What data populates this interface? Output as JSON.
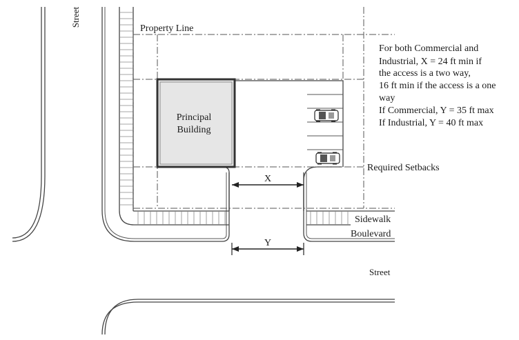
{
  "labels": {
    "street_vertical": "Street",
    "street_bottom": "Street",
    "property_line": "Property Line",
    "principal_building_line1": "Principal",
    "principal_building_line2": "Building",
    "required_setbacks": "Required Setbacks",
    "sidewalk": "Sidewalk",
    "boulevard": "Boulevard",
    "dim_x": "X",
    "dim_y": "Y"
  },
  "note": {
    "lines": [
      "For both Commercial and",
      "Industrial, X = 24 ft min if",
      "the access is a two way,",
      "16 ft min if the access is a one",
      "way",
      "If Commercial, Y = 35 ft max",
      "If Industrial, Y = 40 ft max"
    ]
  },
  "colors": {
    "building_fill": "#e6e6e6",
    "line": "#444444"
  }
}
